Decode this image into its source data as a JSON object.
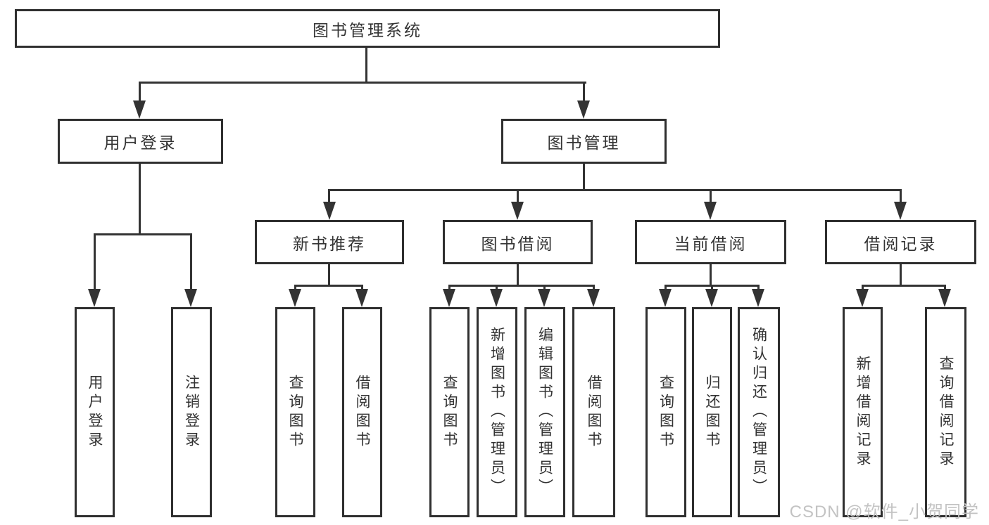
{
  "tree": {
    "root": {
      "label": "图书管理系统"
    },
    "level2": [
      {
        "label": "用户登录"
      },
      {
        "label": "图书管理"
      }
    ],
    "level3": [
      {
        "label": "新书推荐"
      },
      {
        "label": "图书借阅"
      },
      {
        "label": "当前借阅"
      },
      {
        "label": "借阅记录"
      }
    ],
    "leaves": {
      "login": [
        "用户登录",
        "注销登录"
      ],
      "newbook": [
        "查询图书",
        "借阅图书"
      ],
      "borrow": [
        "查询图书",
        "新增图书（管理员）",
        "编辑图书（管理员）",
        "借阅图书"
      ],
      "current": [
        "查询图书",
        "归还图书",
        "确认归还（管理员）"
      ],
      "records": [
        "新增借阅记录",
        "查询借阅记录"
      ]
    }
  },
  "watermark": "CSDN @软件_小贺同学",
  "colors": {
    "line": "#333333",
    "border": "#2f2f2f",
    "text": "#333333",
    "watermark": "#c3c3c3",
    "background": "#ffffff"
  }
}
